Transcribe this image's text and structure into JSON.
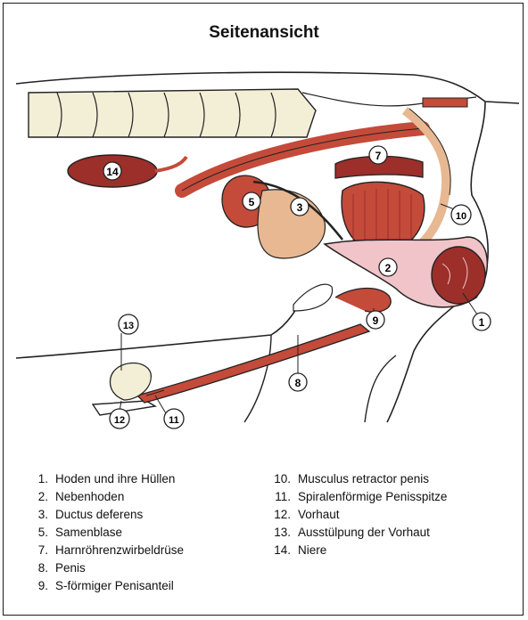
{
  "title": "Seitenansicht",
  "colors": {
    "bone": "#f3efd6",
    "muscle_red": "#c44a3a",
    "dark_red": "#9c2f2a",
    "pink": "#f0c4c8",
    "tan": "#e7b892",
    "outline": "#222222"
  },
  "markers": [
    {
      "id": "14"
    },
    {
      "id": "7"
    },
    {
      "id": "5"
    },
    {
      "id": "3"
    },
    {
      "id": "10"
    },
    {
      "id": "2"
    },
    {
      "id": "9"
    },
    {
      "id": "1"
    },
    {
      "id": "13"
    },
    {
      "id": "8"
    },
    {
      "id": "12"
    },
    {
      "id": "11"
    }
  ],
  "legend": {
    "left": [
      {
        "num": "1.",
        "label": "Hoden und ihre Hüllen"
      },
      {
        "num": "2.",
        "label": "Nebenhoden"
      },
      {
        "num": "3.",
        "label": "Ductus deferens"
      },
      {
        "num": "5.",
        "label": "Samenblase"
      },
      {
        "num": "7.",
        "label": "Harnröhrenzwirbeldrüse"
      },
      {
        "num": "8.",
        "label": "Penis"
      },
      {
        "num": "9.",
        "label": "S-förmiger Penisanteil"
      }
    ],
    "right": [
      {
        "num": "10.",
        "label": "Musculus retractor penis"
      },
      {
        "num": "11.",
        "label": "Spiralenförmige Penisspitze"
      },
      {
        "num": "12.",
        "label": "Vorhaut"
      },
      {
        "num": "13.",
        "label": "Ausstülpung der Vorhaut"
      },
      {
        "num": "14.",
        "label": "Niere"
      }
    ]
  }
}
